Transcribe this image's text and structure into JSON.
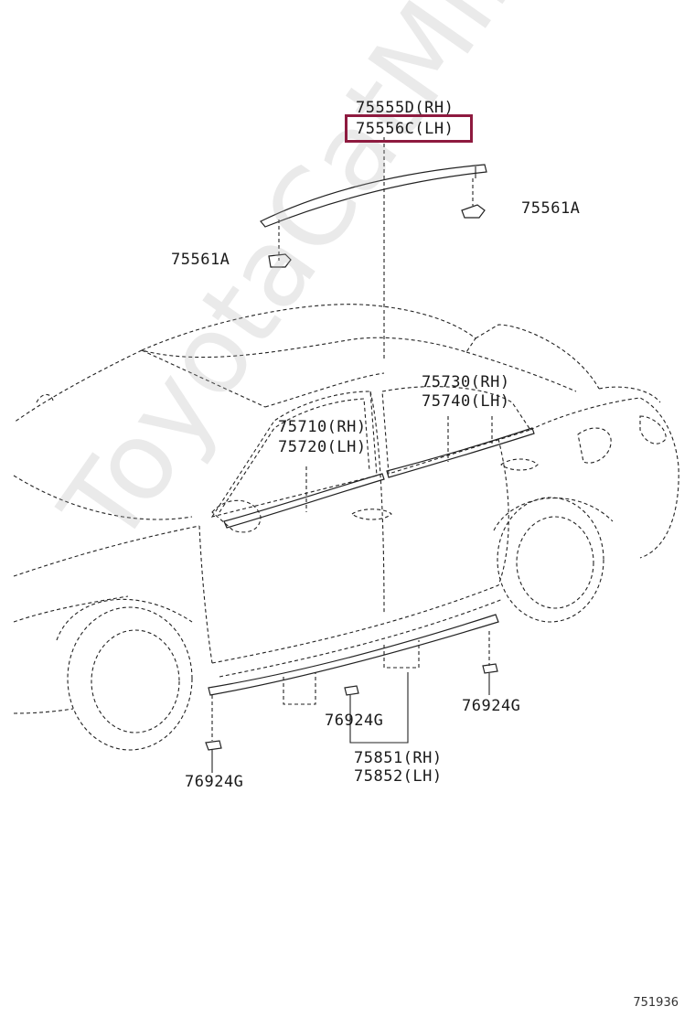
{
  "labels": {
    "roof_molding_rh": "75555D(RH)",
    "roof_molding_lh": "75556C(LH)",
    "clip_right": "75561A",
    "clip_left": "75561A",
    "rear_door_molding_rh": "75730(RH)",
    "rear_door_molding_lh": "75740(LH)",
    "front_door_molding_rh": "75710(RH)",
    "front_door_molding_lh": "75720(LH)",
    "rocker_clip_center": "76924G",
    "rocker_clip_right": "76924G",
    "rocker_clip_left": "76924G",
    "rocker_molding_rh": "75851(RH)",
    "rocker_molding_lh": "75852(LH)"
  },
  "highlight_color": "#8e1a3f",
  "watermark": "ToyotaCatMine.ru",
  "diagram_id": "751936"
}
